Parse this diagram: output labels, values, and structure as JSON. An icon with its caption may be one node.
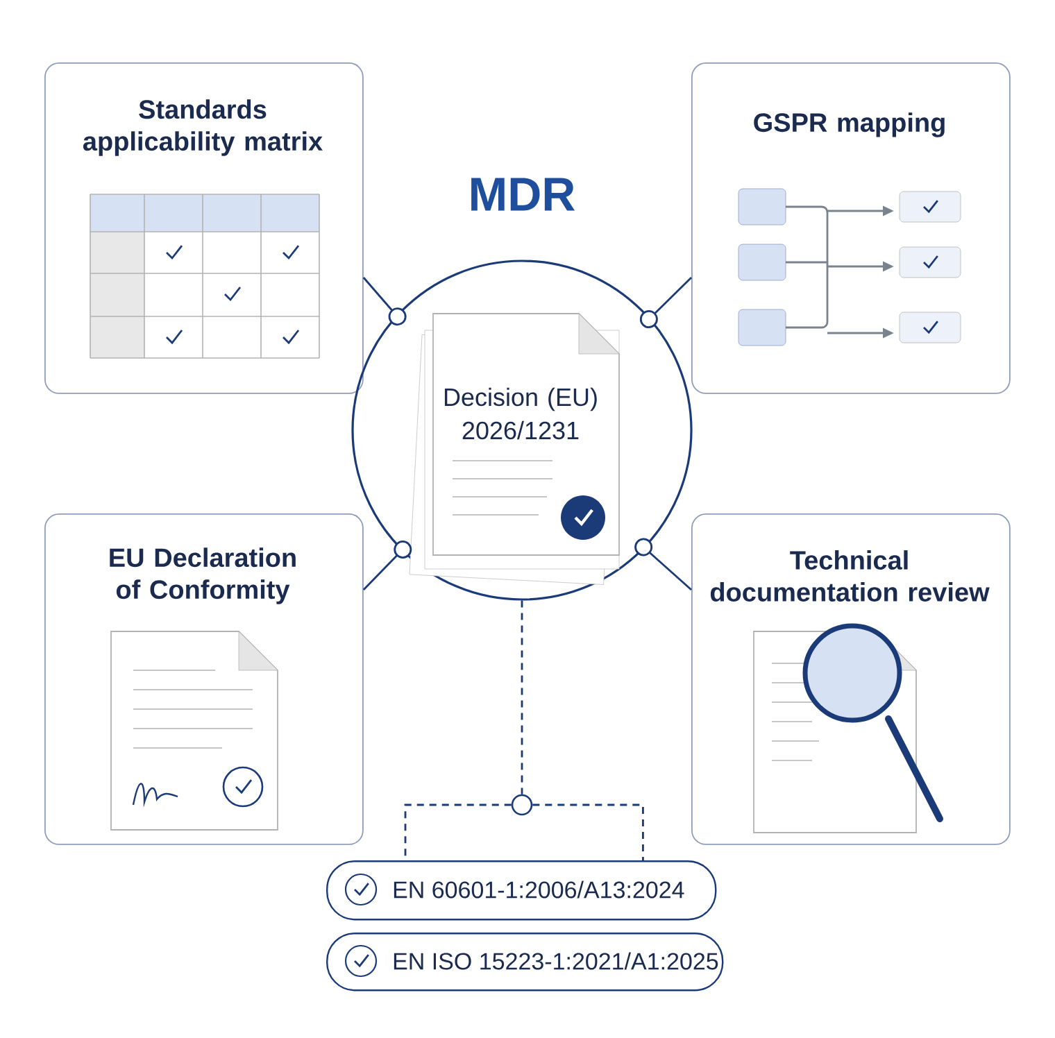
{
  "diagram": {
    "title": "MDR",
    "nodes": [
      {
        "text": [
          "Standards applicability matrix"
        ]
      },
      {
        "text": [
          "GSPR mapping"
        ]
      },
      {
        "text": [
          "Decision (EU) 2026/1231"
        ]
      },
      {
        "text": [
          "EU Declaration of Conformity"
        ]
      },
      {
        "text": [
          "Technical documentation review"
        ]
      },
      {
        "text": [],
        "shape": "circle"
      },
      {
        "text": [
          "EN 60601-1:2006/A13:2024"
        ]
      },
      {
        "text": [
          "EN ISO 15223-1:2021/A1:2025"
        ]
      }
    ],
    "edges": [
      {
        "from": 2,
        "to": 0,
        "arrow": "other"
      },
      {
        "from": 2,
        "to": 1,
        "arrow": "other"
      },
      {
        "from": 2,
        "to": 3,
        "arrow": "other"
      },
      {
        "from": 2,
        "to": 4,
        "arrow": "other"
      },
      {
        "from": 2,
        "to": 5,
        "arrow": "none",
        "style": "dashed"
      },
      {
        "from": 5,
        "to": 6,
        "arrow": "none",
        "style": "dashed"
      },
      {
        "from": 5,
        "to": 6,
        "arrow": "none",
        "style": "dashed"
      }
    ]
  }
}
